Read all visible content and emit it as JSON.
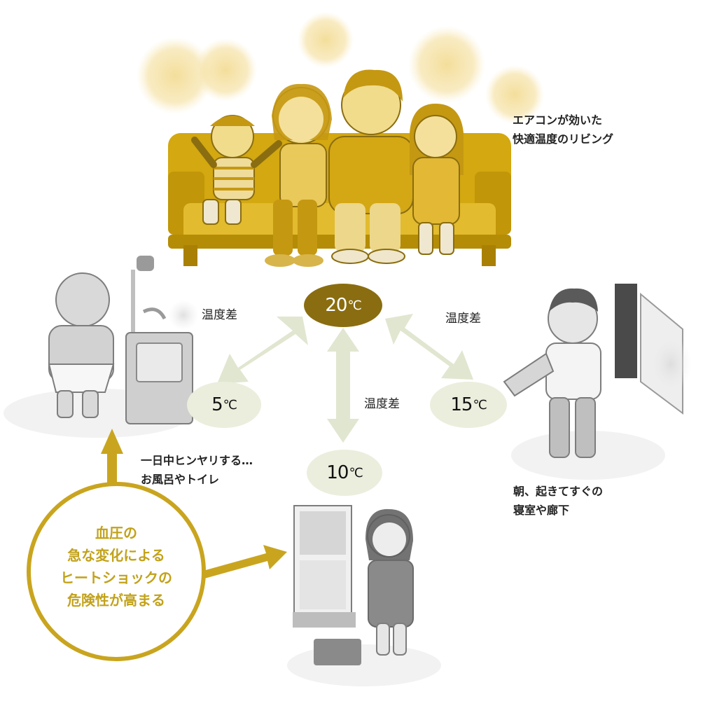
{
  "captions": {
    "living": [
      "エアコンが効いた",
      "快適温度のリビング"
    ],
    "bath": [
      "一日中ヒンヤリする…",
      "お風呂やトイレ"
    ],
    "bedroom": [
      "朝、起きてすぐの",
      "寝室や廊下"
    ]
  },
  "temperatures": {
    "living": {
      "value": "20",
      "unit": "℃"
    },
    "bath": {
      "value": "5",
      "unit": "℃"
    },
    "hall": {
      "value": "10",
      "unit": "℃"
    },
    "bedroom": {
      "value": "15",
      "unit": "℃"
    }
  },
  "difference_label": "温度差",
  "warning": [
    "血圧の",
    "急な変化による",
    "ヒートショックの",
    "危険性が高まる"
  ],
  "colors": {
    "gold": "#c9a51f",
    "brown": "#8a6d10",
    "sofa": "#cfa40e",
    "sage_light": "#ebeedd",
    "arrow": "#e1e6d0",
    "gray_figure": "#d9d9d9"
  }
}
